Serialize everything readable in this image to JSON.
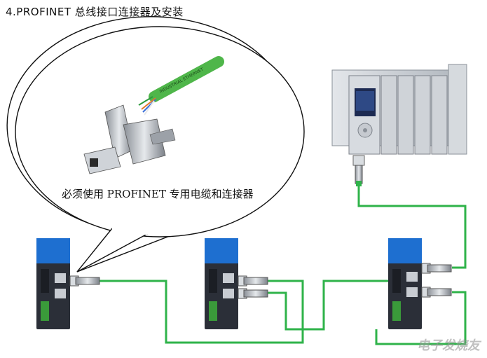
{
  "title": "4.PROFINET 总线接口连接器及安装",
  "callout": {
    "caption": "必须使用 PROFINET 专用电缆和连接器"
  },
  "cable": {
    "label": "INDUSTRIAL ETHERNET"
  },
  "watermark": {
    "text": "电子发烧友"
  },
  "colors": {
    "cable_green": "#2fb34a",
    "module_blue": "#1e6fd0",
    "module_dark": "#2b2f38",
    "plc_gray": "#c9ced4",
    "plc_screen": "#1c2a52"
  },
  "icons": [
    "plc-icon",
    "io-module-icon",
    "rj45-connector-icon",
    "cable-icon"
  ]
}
